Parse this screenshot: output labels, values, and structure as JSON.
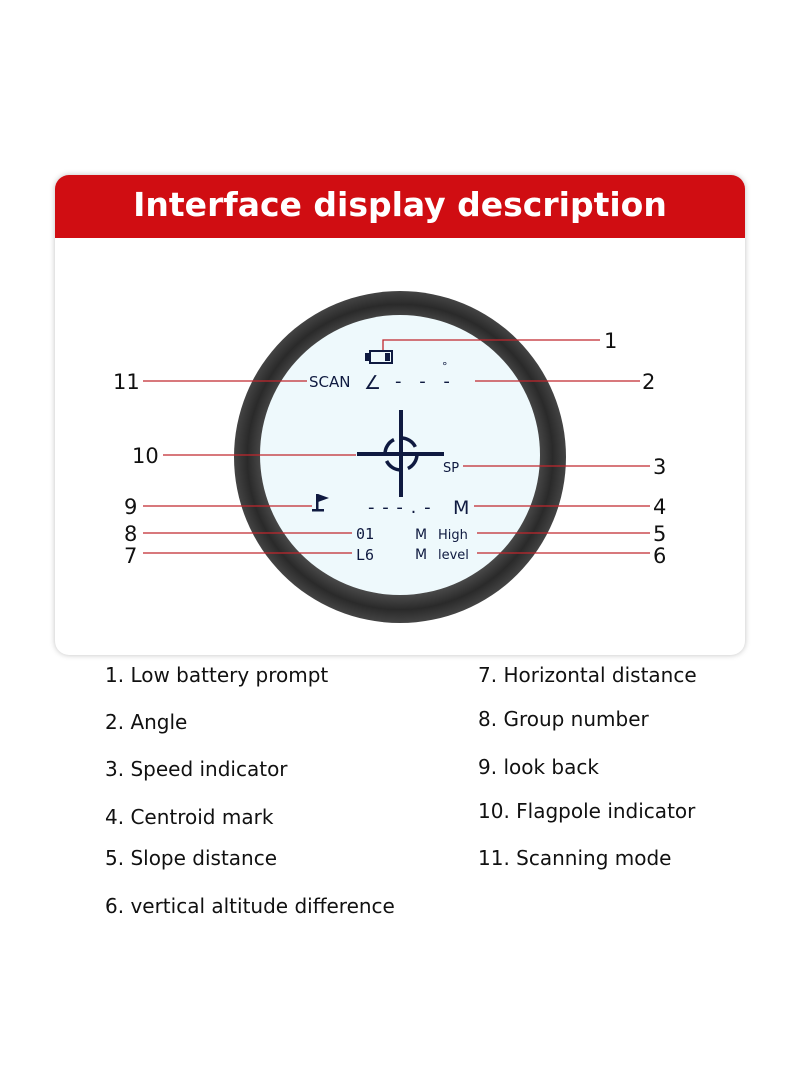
{
  "header": {
    "title": "Interface display description"
  },
  "display": {
    "scan": "SCAN",
    "angle_symbol": "∠",
    "angle_value": "- - -",
    "degree": "°",
    "speed": "SP",
    "distance": "- - - . -",
    "unit_main": "M",
    "group": "01",
    "horizontal_label": "L6",
    "unit_high": "M",
    "high": "High",
    "unit_level": "M",
    "level": "level"
  },
  "callouts": [
    "1",
    "2",
    "3",
    "4",
    "5",
    "6",
    "7",
    "8",
    "9",
    "10",
    "11"
  ],
  "legend": {
    "left": [
      "1. Low battery prompt",
      "2. Angle",
      "3. Speed indicator",
      "4. Centroid mark",
      "5. Slope distance",
      "6. vertical altitude difference"
    ],
    "right": [
      "7. Horizontal distance",
      "8. Group number",
      "9. look back",
      "10. Flagpole indicator",
      "11. Scanning mode"
    ]
  },
  "colors": {
    "accent": "#d00d12",
    "lcd": "#eef9fc",
    "ink": "#0f1a40",
    "line": "#c0272d"
  }
}
